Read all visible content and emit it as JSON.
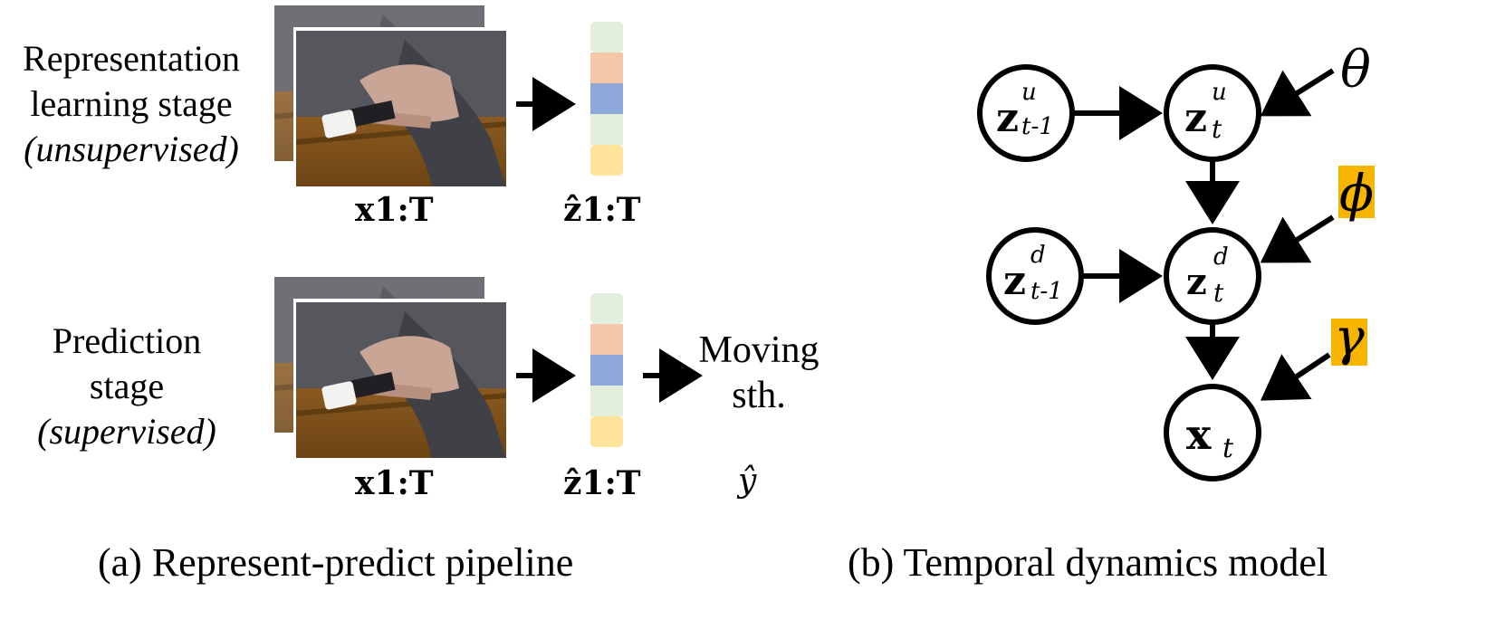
{
  "panel_a": {
    "row1": {
      "stage_line1": "Representation",
      "stage_line2": "learning stage",
      "stage_line3": "(unsupervised)",
      "frames_label": "x1:T",
      "latent_label": "ẑ1:T"
    },
    "row2": {
      "stage_line1": "Prediction",
      "stage_line2": "stage",
      "stage_line3": "(supervised)",
      "frames_label": "x1:T",
      "latent_label": "ẑ1:T",
      "output_line1": "Moving",
      "output_line2": "sth.",
      "output_symbol": "ŷ"
    },
    "latent_colors": [
      "#e3efdc",
      "#f6c6a8",
      "#8ea8dc",
      "#e3efdc",
      "#fde49a"
    ],
    "caption": "(a) Represent-predict pipeline"
  },
  "panel_b": {
    "nodes": {
      "zu_prev": "z",
      "zu_prev_sup": "u",
      "zu_prev_sub": "t-1",
      "zu": "z",
      "zu_sup": "u",
      "zu_sub": "t",
      "zd_prev": "z",
      "zd_prev_sup": "d",
      "zd_prev_sub": "t-1",
      "zd": "z",
      "zd_sup": "d",
      "zd_sub": "t",
      "x": "x",
      "x_sub": "t"
    },
    "params": {
      "theta": "θ",
      "phi": "ϕ",
      "gamma": "γ"
    },
    "highlight_color": "#f7b500",
    "caption": "(b) Temporal dynamics model"
  }
}
